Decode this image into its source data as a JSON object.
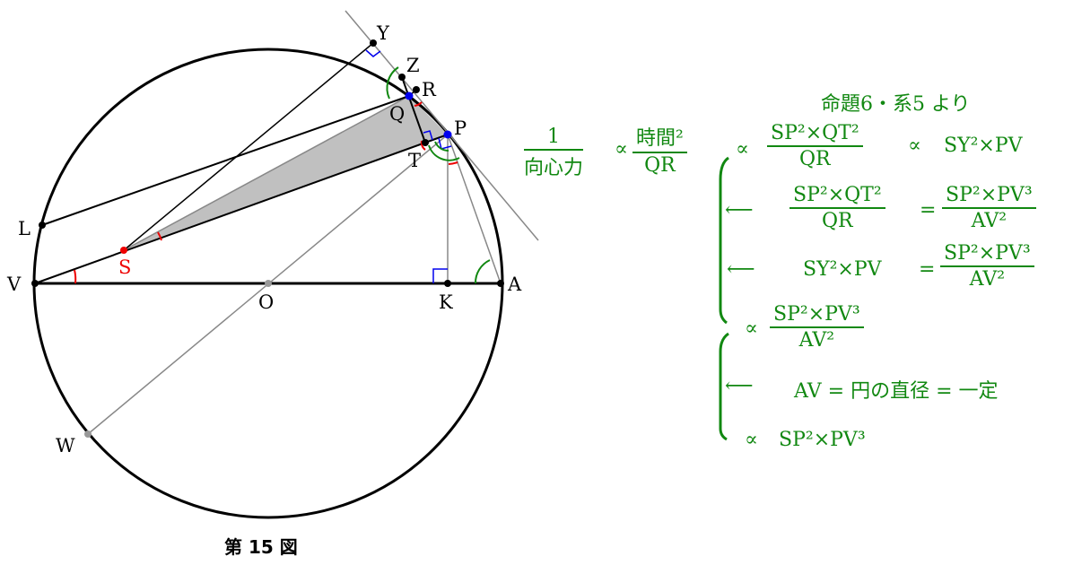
{
  "points": {
    "Y": "Y",
    "Z": "Z",
    "R": "R",
    "Q": "Q",
    "P": "P",
    "T": "T",
    "L": "L",
    "S": "S",
    "V": "V",
    "O": "O",
    "K": "K",
    "A": "A",
    "W": "W"
  },
  "caption": "第 15 図",
  "equations": {
    "note": "命題6・系5 より",
    "f1_num": "1",
    "f1_den": "向心力",
    "prop": "∝",
    "f2_num": "時間²",
    "f2_den": "QR",
    "f3_num": "SP²×QT²",
    "f3_den": "QR",
    "r1_tail": "SY²×PV",
    "arrow": "⟵",
    "eq": "=",
    "r2_num": "SP²×QT²",
    "r2_den": "QR",
    "r2_rnum": "SP²×PV³",
    "r2_rden": "AV²",
    "r3_left": "SY²×PV",
    "r3_rnum": "SP²×PV³",
    "r3_rden": "AV²",
    "r4_num": "SP²×PV³",
    "r4_den": "AV²",
    "r5_text": "AV = 円の直径 = 一定",
    "r6_text": "SP²×PV³"
  },
  "colors": {
    "equation": "#118811",
    "angle_green": "#118811",
    "angle_red": "#e00000",
    "right_angle": "#0000ee",
    "focus": "#e00000"
  }
}
